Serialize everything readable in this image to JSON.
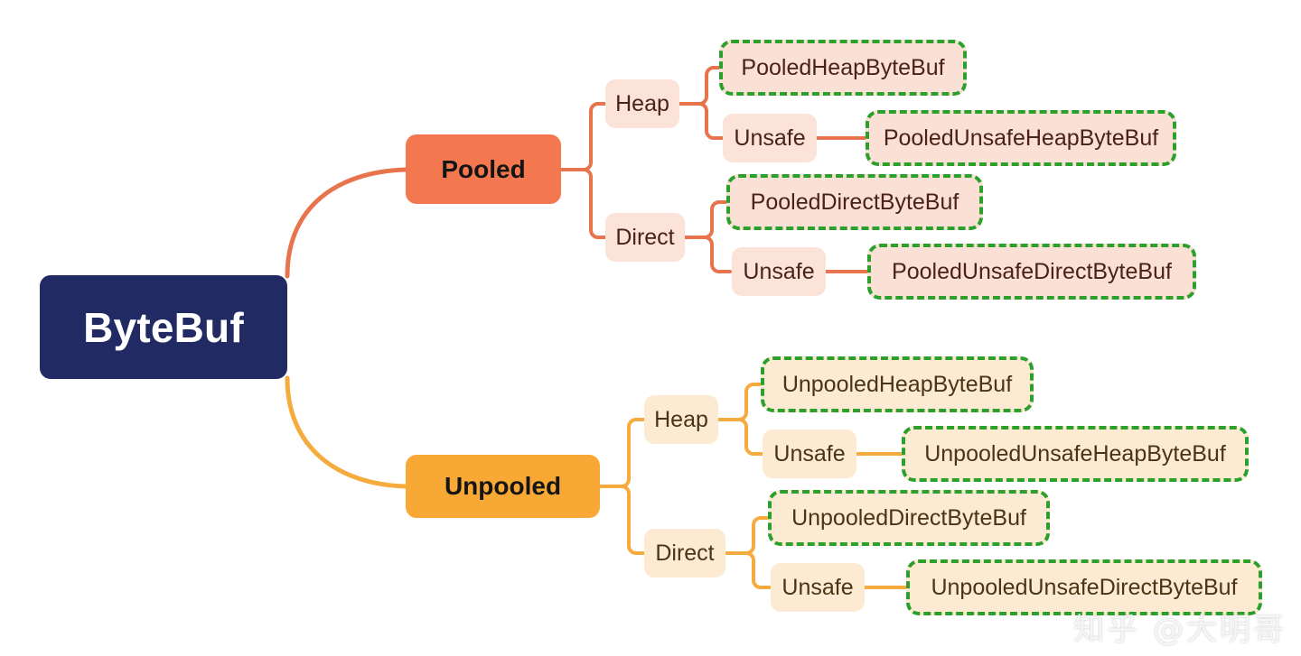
{
  "diagram": {
    "title": "ByteBuf",
    "type": "mindmap",
    "root": {
      "label": "ByteBuf",
      "color": "#212a63",
      "text_color": "#ffffff"
    },
    "branches": [
      {
        "label": "Pooled",
        "color": "#f4784f",
        "connector_color": "#e8744e",
        "node_bg": "#fbe3da",
        "leaf_bg": "#fbe0d6",
        "categories": [
          {
            "label": "Heap",
            "leaves": [
              {
                "label": "PooledHeapByteBuf"
              }
            ],
            "sub": {
              "label": "Unsafe",
              "leaves": [
                {
                  "label": "PooledUnsafeHeapByteBuf"
                }
              ]
            }
          },
          {
            "label": "Direct",
            "leaves": [
              {
                "label": "PooledDirectByteBuf"
              }
            ],
            "sub": {
              "label": "Unsafe",
              "leaves": [
                {
                  "label": "PooledUnsafeDirectByteBuf"
                }
              ]
            }
          }
        ]
      },
      {
        "label": "Unpooled",
        "color": "#f8a935",
        "connector_color": "#f5ab3d",
        "node_bg": "#fcebd2",
        "leaf_bg": "#fcebd2",
        "categories": [
          {
            "label": "Heap",
            "leaves": [
              {
                "label": "UnpooledHeapByteBuf"
              }
            ],
            "sub": {
              "label": "Unsafe",
              "leaves": [
                {
                  "label": "UnpooledUnsafeHeapByteBuf"
                }
              ]
            }
          },
          {
            "label": "Direct",
            "leaves": [
              {
                "label": "UnpooledDirectByteBuf"
              }
            ],
            "sub": {
              "label": "Unsafe",
              "leaves": [
                {
                  "label": "UnpooledUnsafeDirectByteBuf"
                }
              ]
            }
          }
        ]
      }
    ],
    "leaf_border_color": "#2ba02b",
    "background": "#ffffff"
  },
  "watermark": {
    "text": "知乎 @大明哥"
  }
}
